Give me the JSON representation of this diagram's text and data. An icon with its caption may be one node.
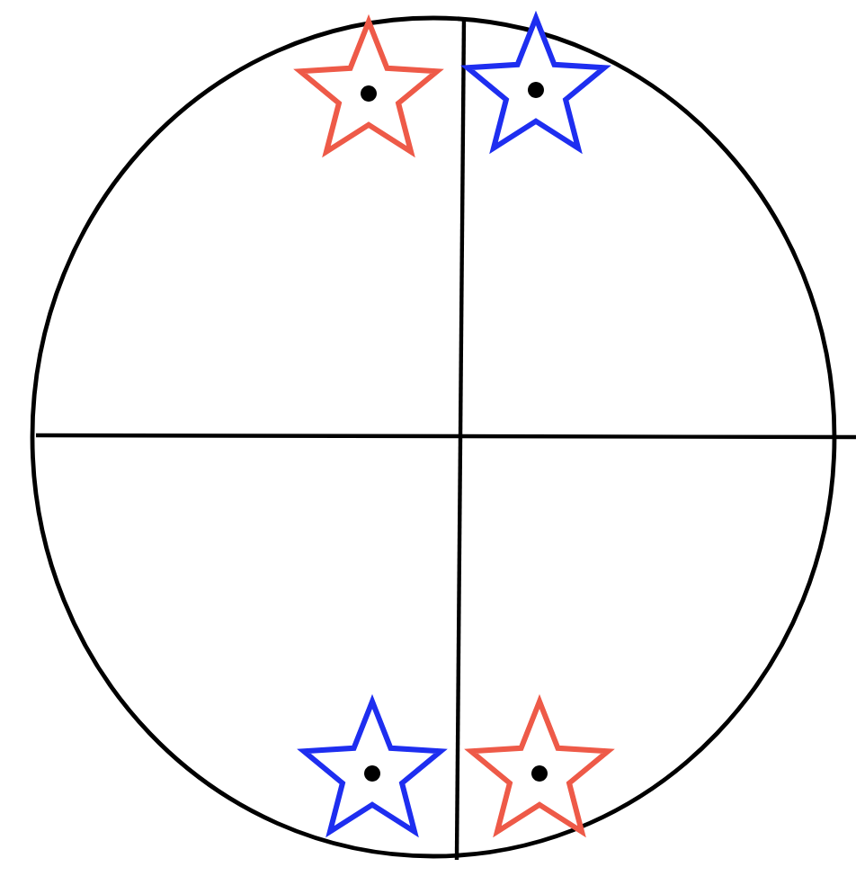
{
  "diagram": {
    "nodes": [
      {
        "text": [],
        "shape": "circle"
      },
      {
        "text": [],
        "shape": "star",
        "in": 0
      },
      {
        "text": [],
        "shape": "star",
        "in": 0
      },
      {
        "text": [],
        "shape": "star",
        "in": 0
      },
      {
        "text": [],
        "shape": "star",
        "in": 0
      }
    ]
  }
}
